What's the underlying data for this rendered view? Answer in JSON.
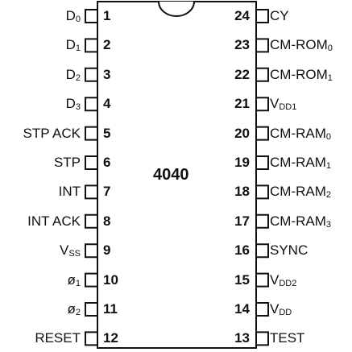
{
  "chip": {
    "name": "4040",
    "left_pins": [
      {
        "num": "1",
        "name": "D",
        "sub": "0"
      },
      {
        "num": "2",
        "name": "D",
        "sub": "1"
      },
      {
        "num": "3",
        "name": "D",
        "sub": "2"
      },
      {
        "num": "4",
        "name": "D",
        "sub": "3"
      },
      {
        "num": "5",
        "name": "STP ACK",
        "sub": ""
      },
      {
        "num": "6",
        "name": "STP",
        "sub": ""
      },
      {
        "num": "7",
        "name": "INT",
        "sub": ""
      },
      {
        "num": "8",
        "name": "INT ACK",
        "sub": ""
      },
      {
        "num": "9",
        "name": "V",
        "sub": "SS"
      },
      {
        "num": "10",
        "name": "ø",
        "sub": "1"
      },
      {
        "num": "11",
        "name": "ø",
        "sub": "2"
      },
      {
        "num": "12",
        "name": "RESET",
        "sub": ""
      }
    ],
    "right_pins": [
      {
        "num": "24",
        "name": "CY",
        "sub": ""
      },
      {
        "num": "23",
        "name": "CM-ROM",
        "sub": "0"
      },
      {
        "num": "22",
        "name": "CM-ROM",
        "sub": "1"
      },
      {
        "num": "21",
        "name": "V",
        "sub": "DD1"
      },
      {
        "num": "20",
        "name": "CM-RAM",
        "sub": "0"
      },
      {
        "num": "19",
        "name": "CM-RAM",
        "sub": "1"
      },
      {
        "num": "18",
        "name": "CM-RAM",
        "sub": "2"
      },
      {
        "num": "17",
        "name": "CM-RAM",
        "sub": "3"
      },
      {
        "num": "16",
        "name": "SYNC",
        "sub": ""
      },
      {
        "num": "15",
        "name": "V",
        "sub": "DD2"
      },
      {
        "num": "14",
        "name": "V",
        "sub": "DD"
      },
      {
        "num": "13",
        "name": "TEST",
        "sub": ""
      }
    ]
  },
  "colors": {
    "line": "#111111",
    "background": "#ffffff"
  }
}
